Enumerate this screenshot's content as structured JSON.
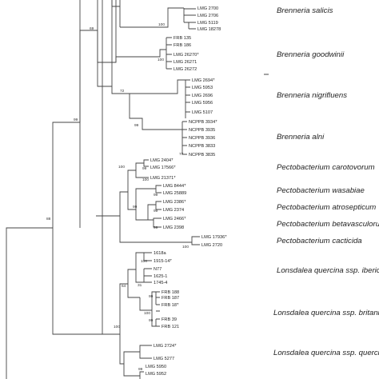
{
  "clades": [
    {
      "name": "Brenneria salicis",
      "strains": [
        "LMG 2700",
        "LMG 2706",
        "LMG 5119",
        "LMG 18278"
      ]
    },
    {
      "name": "Brenneria goodwinii",
      "strains": [
        "FRB 135",
        "FRB 186",
        "LMG 26270ᵀ",
        "LMG 26271",
        "LMG 26272"
      ]
    },
    {
      "name": "Brenneria nigrifluens",
      "strains": [
        "LMG 2694ᵀ",
        "LMG 5953",
        "LMG 2696",
        "LMG 5956",
        "LMG 5107"
      ]
    },
    {
      "name": "Brenneria alni",
      "strains": [
        "NCPPB 3934ᵀ",
        "NCPPB 3935",
        "NCPPB 3936",
        "NCPPB 3833",
        "NCPPB 3835"
      ]
    },
    {
      "name": "Pectobacterium carotovorum",
      "strains": [
        "LMG 2404ᵀ",
        "LMG 17566ᵀ",
        "LMG 21371ᵀ"
      ]
    },
    {
      "name": "Pectobacterium wasabiae",
      "strains": [
        "LMG 8444ᵀ",
        "LMG 25889"
      ]
    },
    {
      "name": "Pectobacterium atrosepticum",
      "strains": [
        "LMG 2386ᵀ",
        "LMG 2374"
      ]
    },
    {
      "name": "Pectobacterium betavasculorum",
      "strains": [
        "LMG 2466ᵀ",
        "LMG 2398"
      ]
    },
    {
      "name": "Pectobacterium cacticida",
      "strains": [
        "LMG 17936ᵀ",
        "LMG 2720"
      ]
    },
    {
      "name": "Lonsdalea quercina ssp. iberica",
      "strains": [
        "1618a",
        "1915-14ᵀ",
        "N77",
        "1625-1",
        "1745-4"
      ]
    },
    {
      "name": "Lonsdalea quercina ssp. britannica",
      "strains": [
        "FRB 188",
        "FRB 187",
        "FRB 18ᵀ",
        "FRB 39",
        "FRB 121"
      ]
    },
    {
      "name": "Lonsdalea quercina ssp. quercina",
      "strains": [
        "LMG 2724ᵀ",
        "LMG 5277",
        "LMG 5950",
        "LMG 5952"
      ]
    }
  ],
  "bootstraps": [
    "100",
    "69",
    "100",
    "72",
    "99",
    "99",
    "77",
    "100",
    "99",
    "100",
    "99",
    "99",
    "99",
    "99",
    "100",
    "88",
    "64",
    "31",
    "100",
    "100",
    "100",
    "99",
    "99",
    "99"
  ]
}
